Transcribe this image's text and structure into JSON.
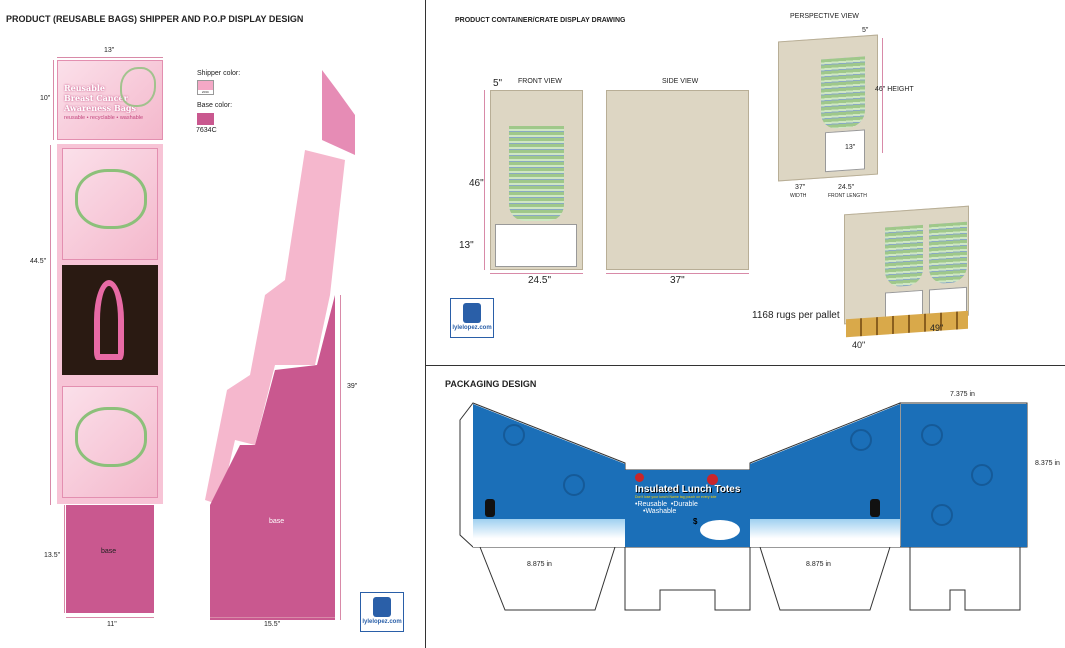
{
  "left": {
    "title": "PRODUCT (REUSABLE BAGS) SHIPPER AND P.O.P DISPLAY DESIGN",
    "dims": {
      "top_width": "13\"",
      "top_height": "10\"",
      "body_height": "44.5\"",
      "base_height": "13.5\"",
      "base_width": "11\"",
      "side_height": "39\"",
      "side_width": "15.5\""
    },
    "shipper_color_label": "Shipper color:",
    "shipper_color_code": "203C",
    "shipper_color": "#f4a8c6",
    "base_color_label": "Base color:",
    "base_color_code": "7634C",
    "base_color": "#c9588f",
    "header_card": {
      "line1": "Reusable",
      "line2": "Breast Cancer",
      "line3": "Awareness Bags",
      "tagline": "reusable • recyclable • washable"
    },
    "base_label": "base",
    "side_base_label": "base",
    "logo_text": "lylelopez.com"
  },
  "crate": {
    "title": "PRODUCT CONTAINER/CRATE DISPLAY DRAWING",
    "front_view": "FRONT VIEW",
    "side_view": "SIDE VIEW",
    "perspective_view": "PERSPECTIVE VIEW",
    "dims": {
      "lip": "5\"",
      "height": "46\"",
      "bottom": "13\"",
      "front_width": "24.5\"",
      "side_width": "37\""
    },
    "persp_dims": {
      "lip": "5\"",
      "height": "46\" HEIGHT",
      "bottom": "13\"",
      "width": "37\"",
      "width_label": "WIDTH",
      "length": "24.5\"",
      "length_label": "FRONT LENGTH"
    },
    "pallet_note": "1168 rugs per pallet",
    "pallet_dims": {
      "width": "49\"",
      "depth": "40\""
    },
    "logo_text": "lylelopez.com"
  },
  "packaging": {
    "title": "PACKAGING DESIGN",
    "dims": {
      "panel_width": "7.375 in",
      "panel_height": "8.375 in",
      "left_width": "8.875 in",
      "right_width": "8.875 in"
    },
    "product_title": "Insulated Lunch Totes",
    "tagline": "Don't lose your lunch! Name tag pouch on every tote",
    "features_line1": "•Reusable  •Durable",
    "features_line2": "•Washable",
    "price_symbol": "$",
    "panel_color": "#1b6fb8"
  }
}
